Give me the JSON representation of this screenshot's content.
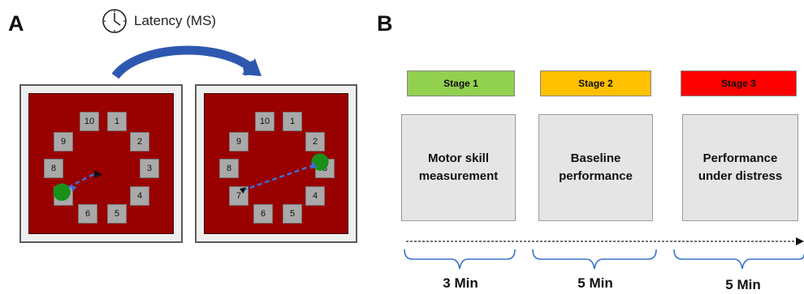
{
  "panel_a": {
    "letter": "A",
    "latency_label": "Latency (MS)",
    "icons": {
      "clock": "clock-icon",
      "arrow": "curved-arrow-icon",
      "cursor": "cursor-icon"
    },
    "colors": {
      "screen_bg": "#990000",
      "target": "#a9a9a9",
      "cursor_target": "#1a8f1a",
      "path": "#3b6fd6",
      "arrow": "#2e58b0"
    },
    "screens": [
      {
        "targets": [
          "10",
          "1",
          "2",
          "3",
          "4",
          "5",
          "6",
          "7",
          "8",
          "9"
        ],
        "highlighted_target": "7"
      },
      {
        "targets": [
          "10",
          "1",
          "2",
          "3",
          "4",
          "5",
          "6",
          "7",
          "8",
          "9"
        ],
        "highlighted_target": "2"
      }
    ]
  },
  "panel_b": {
    "letter": "B",
    "stages": [
      {
        "label": "Stage 1",
        "color": "#92d050",
        "text_color": "#111111",
        "description_line1": "Motor skill",
        "description_line2": "measurement",
        "duration": "3 Min"
      },
      {
        "label": "Stage 2",
        "color": "#ffc000",
        "text_color": "#111111",
        "description_line1": "Baseline",
        "description_line2": "performance",
        "duration": "5 Min"
      },
      {
        "label": "Stage 3",
        "color": "#ff0000",
        "text_color": "#111111",
        "description_line1": "Performance",
        "description_line2": "under distress",
        "duration": "5 Min"
      }
    ]
  }
}
